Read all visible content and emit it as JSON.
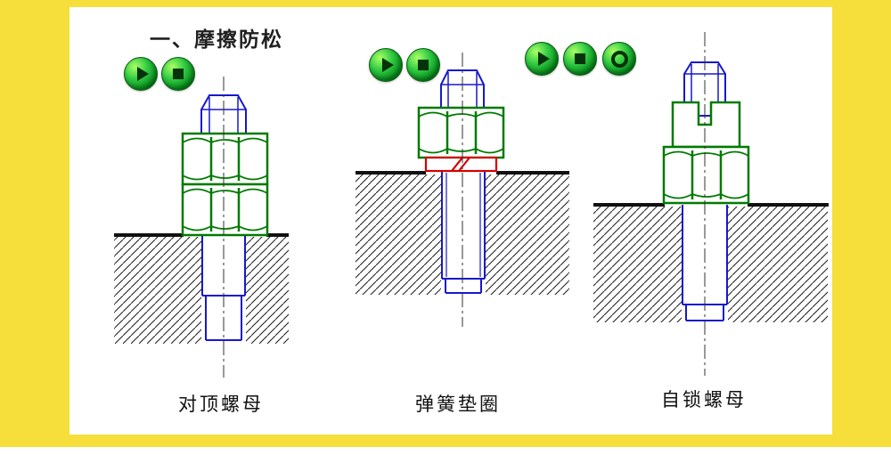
{
  "slide": {
    "title": "一、摩擦防松"
  },
  "figures": [
    {
      "label": "对顶螺母"
    },
    {
      "label": "弹簧垫圈"
    },
    {
      "label": "自锁螺母"
    }
  ],
  "media_controls": {
    "group1": {
      "buttons": [
        "play-icon",
        "stop-icon"
      ]
    },
    "group2": {
      "buttons": [
        "play-icon",
        "stop-icon"
      ]
    },
    "group3": {
      "buttons": [
        "play-icon",
        "stop-icon",
        "record-icon"
      ]
    }
  },
  "colors": {
    "background": "#F6DF3B",
    "panel": "#FFFFFF",
    "bolt_blue": "#1818CC",
    "nut_green": "#007A00",
    "washer_red": "#D40000",
    "button_green": "#0B9422",
    "text": "#1F1F1F"
  }
}
